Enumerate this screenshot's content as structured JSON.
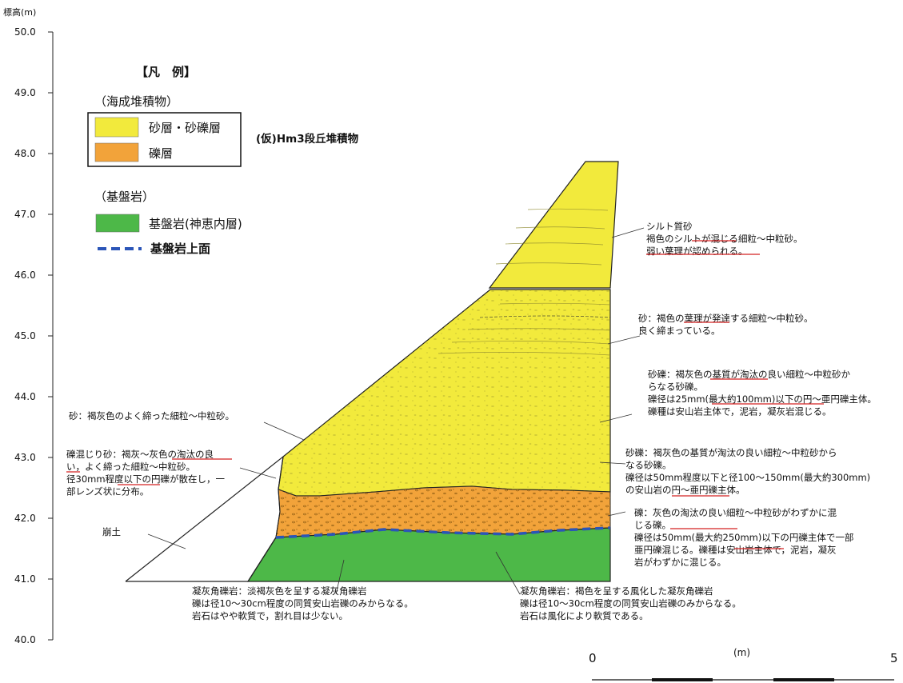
{
  "axis": {
    "label": "標高(m)",
    "ticks": [
      "50.0",
      "49.0",
      "48.0",
      "47.0",
      "46.0",
      "45.0",
      "44.0",
      "43.0",
      "42.0",
      "41.0",
      "40.0"
    ]
  },
  "legend": {
    "title": "【凡　例】",
    "group_marine": "（海成堆積物）",
    "sand_gravel": "砂層・砂礫層",
    "gravel": "礫層",
    "terrace_label": "(仮)Hm3段丘堆積物",
    "group_bedrock": "（基盤岩）",
    "bedrock": "基盤岩(神恵内層)",
    "bedrock_surface": "基盤岩上面"
  },
  "colors": {
    "sand": "#f2ea3c",
    "gravel": "#f2a33a",
    "bedrock": "#4db848",
    "bedrock_surface": "#2b55b8"
  },
  "notes": {
    "n1": [
      "シルト質砂",
      "褐色のシルトが混じる細粒～中粒砂。",
      "弱い葉理が認められる。"
    ],
    "n2": [
      "砂：褐色の葉理が発達する細粒～中粒砂。",
      "良く締まっている。"
    ],
    "n3": [
      "砂礫：褐灰色の基質が淘汰の良い細粒～中粒砂か",
      "らなる砂礫。",
      "礫径は25mm(最大約100mm)以下の円～亜円礫主体。",
      "礫種は安山岩主体で，泥岩，凝灰岩混じる。"
    ],
    "n4": [
      "砂礫：褐灰色の基質が淘汰の良い細粒～中粒砂から",
      "なる砂礫。",
      "礫径は50mm程度以下と径100～150mm(最大約300mm)",
      "の安山岩の円～亜円礫主体。"
    ],
    "n5": [
      "礫：灰色の淘汰の良い細粒～中粒砂がわずかに混",
      "じる礫。",
      "礫径は50mm(最大約250mm)以下の円礫主体で一部",
      "亜円礫混じる。礫種は安山岩主体で，泥岩，凝灰",
      "岩がわずかに混じる。"
    ],
    "n6": [
      "砂：褐灰色のよく締った細粒～中粒砂。"
    ],
    "n7": [
      "礫混じり砂：褐灰～灰色の淘汰の良",
      "い，よく締った細粒～中粒砂。",
      "径30mm程度以下の円礫が散在し，一",
      "部レンズ状に分布。"
    ],
    "n8": [
      "崩土"
    ],
    "n9": [
      "凝灰角礫岩：淡褐灰色を呈する凝灰角礫岩",
      "礫は径10～30cm程度の同質安山岩礫のみからなる。",
      "岩石はやや軟質で，割れ目は少ない。"
    ],
    "n10": [
      "凝灰角礫岩：褐色を呈する風化した凝灰角礫岩",
      "礫は径10～30cm程度の同質安山岩礫のみからなる。",
      "岩石は風化により軟質である。"
    ]
  },
  "scale": {
    "start": "0",
    "unit": "(m)",
    "end": "5"
  }
}
